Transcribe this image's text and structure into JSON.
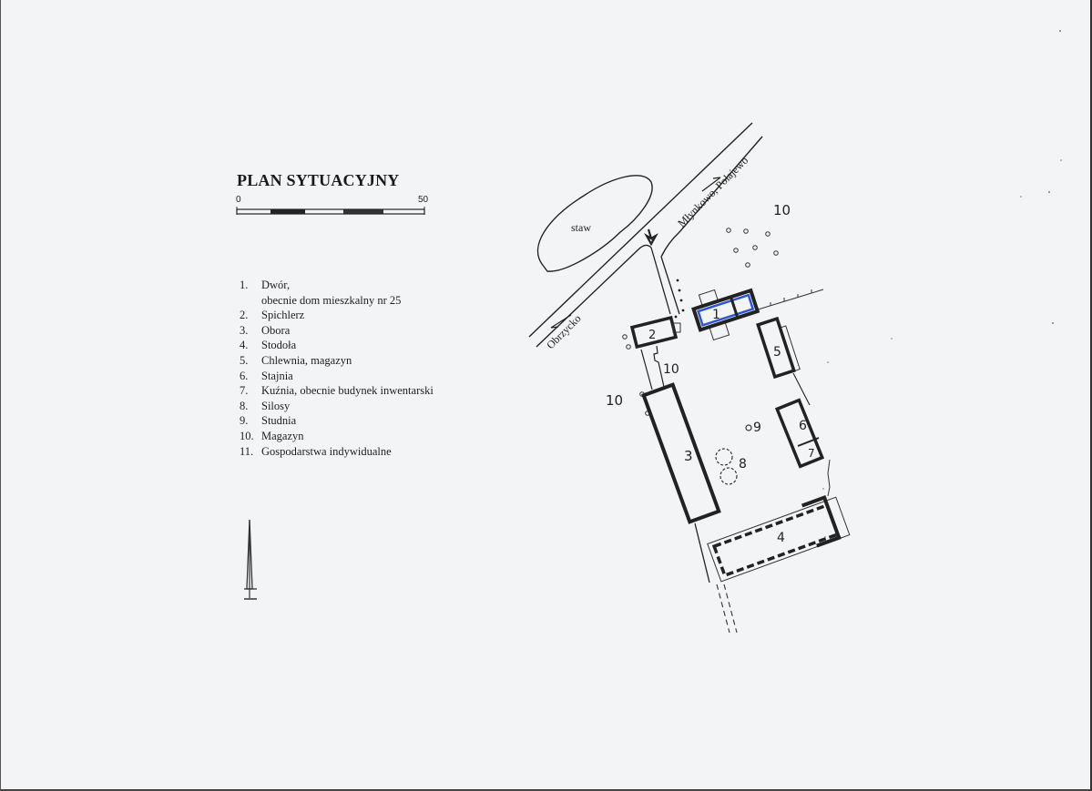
{
  "title": "PLAN SYTUACYJNY",
  "scale_bar": {
    "min_label": "0",
    "max_label": "50"
  },
  "legend": [
    {
      "num": "1.",
      "label": "Dwór,",
      "continuation": "obecnie dom mieszkalny nr 25"
    },
    {
      "num": "2.",
      "label": "Spichlerz"
    },
    {
      "num": "3.",
      "label": "Obora"
    },
    {
      "num": "4.",
      "label": "Stodoła"
    },
    {
      "num": "5.",
      "label": "Chlewnia, magazyn"
    },
    {
      "num": "6.",
      "label": "Stajnia"
    },
    {
      "num": "7.",
      "label": "Kuźnia, obecnie budynek inwentarski"
    },
    {
      "num": "8.",
      "label": "Silosy"
    },
    {
      "num": "9.",
      "label": "Studnia"
    },
    {
      "num": "10.",
      "label": "Magazyn"
    },
    {
      "num": "11.",
      "label": "Gospodarstwa indywidualne"
    }
  ],
  "map": {
    "pond_label": "staw",
    "road_ne_label": "Młynkowo, Połajewo",
    "road_sw_label": "Obrzycko",
    "building_labels": {
      "b1": "1",
      "b2": "2",
      "b3": "3",
      "b4": "4",
      "b5": "5",
      "b6": "6",
      "b7": "7",
      "silos": "8",
      "well": "9",
      "magazyn_a": "10",
      "magazyn_b": "10",
      "magazyn_c": "10"
    },
    "highlight_color": "#2f55d4",
    "ink_color": "#222222"
  }
}
